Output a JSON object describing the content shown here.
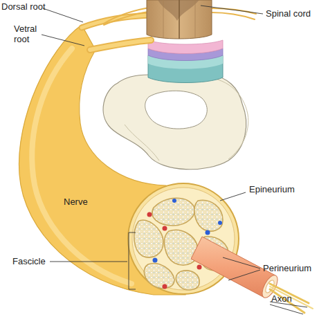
{
  "diagram": {
    "labels": [
      "Dorsal root",
      "Spinal cord",
      "Vetral root",
      "Nerve",
      "Epineurium",
      "Fascicle",
      "Perineurium",
      "Axon"
    ]
  }
}
